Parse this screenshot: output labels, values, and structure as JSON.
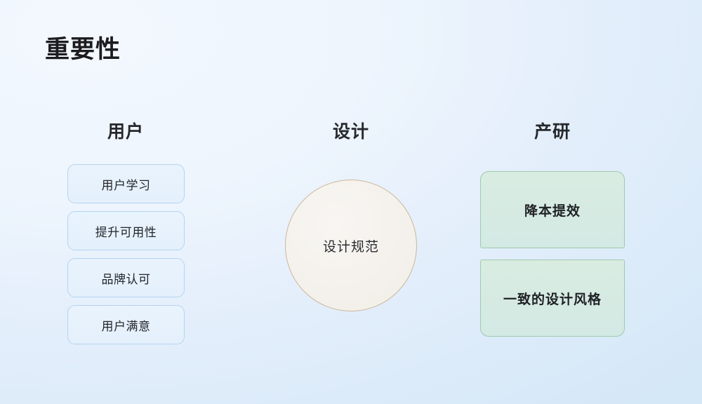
{
  "slide": {
    "title": "重要性",
    "background_from": "#f2f7fe",
    "background_to": "#d4e8f9"
  },
  "columns": [
    {
      "key": "users",
      "header": "用户",
      "accent_color": "#b5d4f0",
      "fill_color": "#e6f1fc",
      "items": [
        {
          "label": "用户学习"
        },
        {
          "label": "提升可用性"
        },
        {
          "label": "品牌认可"
        },
        {
          "label": "用户满意"
        }
      ]
    },
    {
      "key": "design",
      "header": "设计",
      "accent_color": "#cbb79a",
      "fill_color": "#f4f1ec",
      "items": [
        {
          "label": "设计规范"
        }
      ]
    },
    {
      "key": "product",
      "header": "产研",
      "accent_color": "#9fcaac",
      "fill_color": "#d6eae1",
      "items": [
        {
          "label": "降本提效"
        },
        {
          "label": "一致的设计风格"
        }
      ]
    }
  ]
}
